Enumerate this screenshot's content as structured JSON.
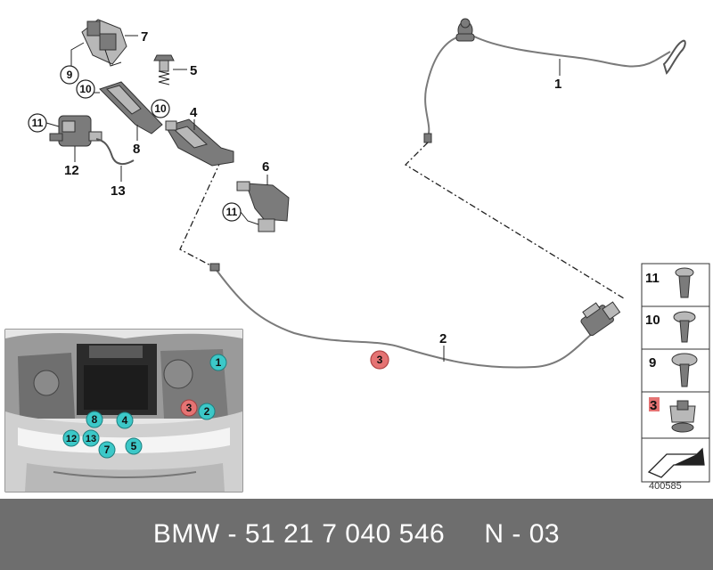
{
  "colors": {
    "callout_teal": "#3cc8c8",
    "callout_red": "#e57373",
    "footer_bg": "#6e6e6e",
    "footer_text": "#ffffff"
  },
  "parts": {
    "p1": "1",
    "p2": "2",
    "p3": "3",
    "p4": "4",
    "p5": "5",
    "p6": "6",
    "p7": "7",
    "p8": "8",
    "p9": "9",
    "p10": "10",
    "p11": "11",
    "p12": "12",
    "p13": "13"
  },
  "legend": {
    "items": [
      "11",
      "10",
      "9",
      "3"
    ]
  },
  "inset": {
    "callouts": [
      "1",
      "2",
      "3",
      "4",
      "5",
      "7",
      "8",
      "12",
      "13"
    ]
  },
  "image_id": "400585",
  "footer": {
    "text": "BMW - 51 21 7 040 546     N - 03"
  }
}
